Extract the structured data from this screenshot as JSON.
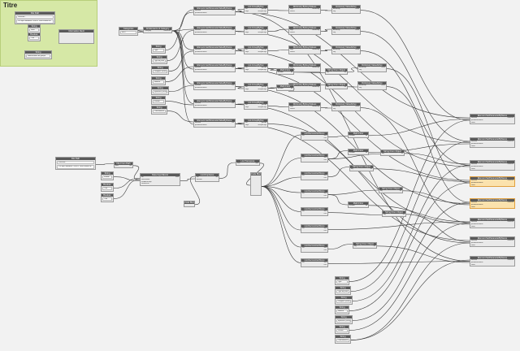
{
  "group": {
    "title": "Titre"
  },
  "nodes": [
    {
      "id": "n1",
      "title": "File Path",
      "field": "Parcourir...",
      "field2": "D:\\Projet Intellibase T\\REVIT Revit Famille.rte",
      "ports_in": [],
      "ports_out": []
    },
    {
      "id": "n2",
      "title": "String",
      "field": "Revit",
      "ports_in": [],
      "ports_out": []
    },
    {
      "id": "n3",
      "title": "Boolean",
      "field": "True",
      "ports_in": [],
      "ports_out": []
    },
    {
      "id": "n4",
      "title": "Information Revit",
      "ports_in": [
        "",
        "",
        "",
        "",
        ""
      ],
      "ports_out": [
        ""
      ]
    },
    {
      "id": "n5",
      "title": "String",
      "field": "Nomenclature de groupe",
      "ports_in": [],
      "ports_out": []
    },
    {
      "id": "n6",
      "title": "Categories",
      "field": "Murs",
      "ports_in": [],
      "ports_out": []
    },
    {
      "id": "n7",
      "title": "All Elements of Category",
      "ports_in": [
        "Category"
      ],
      "ports_out": [
        "Elements"
      ]
    },
    {
      "id": "n8",
      "title": "String",
      "field": "Type",
      "ports_in": [],
      "ports_out": []
    },
    {
      "id": "n9",
      "title": "String",
      "field": "Type de porte",
      "ports_in": [],
      "ports_out": []
    },
    {
      "id": "n10",
      "title": "String",
      "field": "Longueur (Murs)",
      "ports_in": [],
      "ports_out": []
    },
    {
      "id": "n11",
      "title": "String",
      "field": "Hauteur",
      "ports_in": [],
      "ports_out": []
    },
    {
      "id": "n12",
      "title": "String",
      "field": "Epaisseur (Murs)",
      "ports_in": [],
      "ports_out": []
    },
    {
      "id": "n13",
      "title": "String",
      "field": "Volume",
      "ports_in": [],
      "ports_out": []
    },
    {
      "id": "n14",
      "title": "String",
      "field": "Commentaire",
      "ports_in": [],
      "ports_out": []
    },
    {
      "id": "p1",
      "title": "Element.GetParameterValueByName",
      "ports_in": [
        "element",
        "parameterName"
      ],
      "ports_out": [
        "var"
      ]
    },
    {
      "id": "p2",
      "title": "Element.GetParameterValueByName",
      "ports_in": [
        "element",
        "parameterName"
      ],
      "ports_out": [
        "var"
      ]
    },
    {
      "id": "p3",
      "title": "Element.GetParameterValueByName",
      "ports_in": [
        "element",
        "parameterName"
      ],
      "ports_out": [
        "var"
      ]
    },
    {
      "id": "p4",
      "title": "Element.GetParameterValueByName",
      "ports_in": [
        "element",
        "parameterName"
      ],
      "ports_out": [
        "var"
      ]
    },
    {
      "id": "p5",
      "title": "Element.GetParameterValueByName",
      "ports_in": [
        "element",
        "parameterName"
      ],
      "ports_out": [
        "var"
      ]
    },
    {
      "id": "p6",
      "title": "Element.GetParameterValueByName",
      "ports_in": [
        "element",
        "parameterName"
      ],
      "ports_out": [
        "var"
      ]
    },
    {
      "id": "p7",
      "title": "Element.GetParameterValueByName",
      "ports_in": [
        "element",
        "parameterName"
      ],
      "ports_out": [
        "var"
      ]
    },
    {
      "id": "l1",
      "title": "List.GroupByKey",
      "ports_in": [
        "list",
        "keys"
      ],
      "ports_out": [
        "groups",
        "uniqueKeys"
      ]
    },
    {
      "id": "l2",
      "title": "List.GroupByKey",
      "ports_in": [
        "list",
        "keys"
      ],
      "ports_out": [
        "groups",
        "uniqueKeys"
      ]
    },
    {
      "id": "l3",
      "title": "List.GroupByKey",
      "ports_in": [
        "list",
        "keys"
      ],
      "ports_out": [
        "groups",
        "uniqueKeys"
      ]
    },
    {
      "id": "l4",
      "title": "List.GroupByKey",
      "ports_in": [
        "list",
        "keys"
      ],
      "ports_out": [
        "groups",
        "uniqueKeys"
      ]
    },
    {
      "id": "l5",
      "title": "List.GroupByKey",
      "ports_in": [
        "list",
        "keys"
      ],
      "ports_out": [
        "groups",
        "uniqueKeys"
      ]
    },
    {
      "id": "l6",
      "title": "List.GroupByKey",
      "ports_in": [
        "list",
        "keys"
      ],
      "ports_out": [
        "groups",
        "uniqueKeys"
      ]
    },
    {
      "id": "l7",
      "title": "List.GroupByKey",
      "ports_in": [
        "list",
        "keys"
      ],
      "ports_out": [
        "groups",
        "uniqueKeys"
      ]
    },
    {
      "id": "d1",
      "title": "Dictionary.ByKeysValues",
      "ports_in": [
        "keys",
        "values"
      ],
      "ports_out": [
        "dictionary"
      ]
    },
    {
      "id": "d2",
      "title": "Dictionary.ByKeysValues",
      "ports_in": [
        "keys",
        "values"
      ],
      "ports_out": [
        "dictionary"
      ]
    },
    {
      "id": "d3",
      "title": "Dictionary.ByKeysValues",
      "ports_in": [
        "keys",
        "values"
      ],
      "ports_out": [
        "dictionary"
      ]
    },
    {
      "id": "d4",
      "title": "Dictionary.ByKeysValues",
      "ports_in": [
        "keys",
        "values"
      ],
      "ports_out": [
        "dictionary"
      ]
    },
    {
      "id": "d5",
      "title": "Dictionary.ByKeysValues",
      "ports_in": [
        "keys",
        "values"
      ],
      "ports_out": [
        "dictionary"
      ]
    },
    {
      "id": "d6",
      "title": "Dictionary.ByKeysValues",
      "ports_in": [
        "keys",
        "values"
      ],
      "ports_out": [
        "dictionary"
      ]
    },
    {
      "id": "v1",
      "title": "Dictionary.ValueAtKey",
      "ports_in": [
        "dictionary",
        "key"
      ],
      "ports_out": [
        "value"
      ]
    },
    {
      "id": "v2",
      "title": "Dictionary.ValueAtKey",
      "ports_in": [
        "dictionary",
        "key"
      ],
      "ports_out": [
        "value"
      ]
    },
    {
      "id": "v3",
      "title": "Dictionary.ValueAtKey",
      "ports_in": [
        "dictionary",
        "key"
      ],
      "ports_out": [
        "value"
      ]
    },
    {
      "id": "v4",
      "title": "Dictionary.ValueAtKey",
      "ports_in": [
        "dictionary",
        "key"
      ],
      "ports_out": [
        "value"
      ]
    },
    {
      "id": "v5",
      "title": "Dictionary.ValueAtKey",
      "ports_in": [
        "dictionary",
        "key"
      ],
      "ports_out": [
        "value"
      ]
    },
    {
      "id": "v6",
      "title": "Dictionary.ValueAtKey",
      "ports_in": [
        "dictionary",
        "key"
      ],
      "ports_out": [
        "value"
      ]
    },
    {
      "id": "m1",
      "title": "Math.Floor",
      "ports_in": [
        "number"
      ],
      "ports_out": [
        "int"
      ]
    },
    {
      "id": "m2",
      "title": "Math.Floor",
      "ports_in": [
        "number"
      ],
      "ports_out": [
        "int"
      ]
    },
    {
      "id": "s1",
      "title": "String From Object",
      "ports_in": [
        "obj"
      ],
      "ports_out": [
        "str"
      ]
    },
    {
      "id": "s2",
      "title": "String From Object",
      "ports_in": [
        "obj"
      ],
      "ports_out": [
        "str"
      ]
    },
    {
      "id": "f1",
      "title": "File Path",
      "field": "Parcourir...",
      "field2": "D:\\Projet Intellibase T\\REVIT Revit Famille.rte",
      "ports_in": [],
      "ports_out": []
    },
    {
      "id": "f2",
      "title": "File From Path",
      "ports_in": [
        "path"
      ],
      "ports_out": [
        "file"
      ]
    },
    {
      "id": "f3",
      "title": "String",
      "field": "Famille",
      "ports_in": [],
      "ports_out": []
    },
    {
      "id": "f4",
      "title": "Boolean",
      "field": "True",
      "ports_in": [],
      "ports_out": []
    },
    {
      "id": "f5",
      "title": "Boolean",
      "field": "True",
      "ports_in": [],
      "ports_out": []
    },
    {
      "id": "f6",
      "title": "Data.ImportExcel",
      "ports_in": [
        "file",
        "sheetName",
        "readAsStrings",
        "showExcel"
      ],
      "ports_out": [
        "data"
      ]
    },
    {
      "id": "f7",
      "title": "List.DropItems",
      "ports_in": [
        "list",
        "amount"
      ],
      "ports_out": [
        "list"
      ]
    },
    {
      "id": "f8",
      "title": "Code Block",
      "ports_in": [],
      "ports_out": [
        ""
      ]
    },
    {
      "id": "f9",
      "title": "List.Transpose",
      "ports_in": [
        "lists"
      ],
      "ports_out": [
        "lists"
      ]
    },
    {
      "id": "f10",
      "title": "Code Block",
      "ports_in": [],
      "ports_out": [
        "",
        "",
        "",
        "",
        "",
        "",
        "",
        "",
        ""
      ]
    },
    {
      "id": "g1",
      "title": "List.DeconstructNone",
      "ports_in": [
        "list"
      ],
      "ports_out": [
        "first",
        "rest"
      ]
    },
    {
      "id": "g2",
      "title": "List.DeconstructNone",
      "ports_in": [
        "list"
      ],
      "ports_out": [
        "first",
        "rest"
      ]
    },
    {
      "id": "g3",
      "title": "List.DeconstructNone",
      "ports_in": [
        "list"
      ],
      "ports_out": [
        "first",
        "rest"
      ]
    },
    {
      "id": "g4",
      "title": "List.DeconstructNone",
      "ports_in": [
        "list"
      ],
      "ports_out": [
        "first",
        "rest"
      ]
    },
    {
      "id": "g5",
      "title": "List.DeconstructNone",
      "ports_in": [
        "list"
      ],
      "ports_out": [
        "first",
        "rest"
      ]
    },
    {
      "id": "g6",
      "title": "List.DeconstructNone",
      "ports_in": [
        "list"
      ],
      "ports_out": [
        "first",
        "rest"
      ]
    },
    {
      "id": "g7",
      "title": "List.DeconstructNone",
      "ports_in": [
        "list"
      ],
      "ports_out": [
        "first",
        "rest"
      ]
    },
    {
      "id": "g8",
      "title": "List.DeconstructNone",
      "ports_in": [
        "list"
      ],
      "ports_out": [
        "first",
        "rest"
      ]
    },
    {
      "id": "h1",
      "title": "Math.Floor",
      "ports_in": [
        "number"
      ],
      "ports_out": [
        "int"
      ]
    },
    {
      "id": "h2",
      "title": "Math.Floor",
      "ports_in": [
        "number"
      ],
      "ports_out": [
        "int"
      ]
    },
    {
      "id": "h3",
      "title": "Math.Floor",
      "ports_in": [
        "number"
      ],
      "ports_out": [
        "int"
      ]
    },
    {
      "id": "h4",
      "title": "String From Object",
      "ports_in": [
        "obj"
      ],
      "ports_out": [
        "str"
      ]
    },
    {
      "id": "h5",
      "title": "String From Object",
      "ports_in": [
        "obj"
      ],
      "ports_out": [
        "str"
      ]
    },
    {
      "id": "h6",
      "title": "String From Object",
      "ports_in": [
        "obj"
      ],
      "ports_out": [
        "str"
      ]
    },
    {
      "id": "h7",
      "title": "String From Object",
      "ports_in": [
        "obj"
      ],
      "ports_out": [
        "str"
      ]
    },
    {
      "id": "h8",
      "title": "String From Object",
      "ports_in": [
        "obj"
      ],
      "ports_out": [
        "str"
      ]
    },
    {
      "id": "r1",
      "title": "Element.SetParameterByName",
      "ports_in": [
        "element",
        "parameterName",
        "value"
      ],
      "ports_out": [
        "Element"
      ]
    },
    {
      "id": "r2",
      "title": "Element.SetParameterByName",
      "ports_in": [
        "element",
        "parameterName",
        "value"
      ],
      "ports_out": [
        "Element"
      ]
    },
    {
      "id": "r3",
      "title": "Element.SetParameterByName",
      "ports_in": [
        "element",
        "parameterName",
        "value"
      ],
      "ports_out": [
        "Element"
      ]
    },
    {
      "id": "r4",
      "title": "Element.SetParameterByName",
      "ports_in": [
        "element",
        "parameterName",
        "value"
      ],
      "ports_out": [
        "Element"
      ]
    },
    {
      "id": "r5",
      "title": "Element.SetParameterByName",
      "ports_in": [
        "element",
        "parameterName",
        "value"
      ],
      "ports_out": [
        "Element"
      ]
    },
    {
      "id": "r6",
      "title": "Element.SetParameterByName",
      "ports_in": [
        "element",
        "parameterName",
        "value"
      ],
      "ports_out": [
        "Element"
      ]
    },
    {
      "id": "r7",
      "title": "Element.SetParameterByName",
      "ports_in": [
        "element",
        "parameterName",
        "value"
      ],
      "ports_out": [
        "Element"
      ]
    },
    {
      "id": "r8",
      "title": "Element.SetParameterByName",
      "ports_in": [
        "element",
        "parameterName",
        "value"
      ],
      "ports_out": [
        "Element"
      ]
    },
    {
      "id": "t1",
      "title": "String",
      "field": "Type",
      "ports_in": [],
      "ports_out": []
    },
    {
      "id": "t2",
      "title": "String",
      "field": "Type de porte",
      "ports_in": [],
      "ports_out": []
    },
    {
      "id": "t3",
      "title": "String",
      "field": "Longueur (Murs)",
      "ports_in": [],
      "ports_out": []
    },
    {
      "id": "t4",
      "title": "String",
      "field": "Hauteur",
      "ports_in": [],
      "ports_out": []
    },
    {
      "id": "t5",
      "title": "String",
      "field": "Epaisseur (Murs)",
      "ports_in": [],
      "ports_out": []
    },
    {
      "id": "t6",
      "title": "String",
      "field": "Volume",
      "ports_in": [],
      "ports_out": []
    },
    {
      "id": "t7",
      "title": "String",
      "field": "Commentaire",
      "ports_in": [],
      "ports_out": []
    }
  ],
  "colors": {
    "background": "#f2f2f2",
    "group": "#d6e8a6",
    "node_header": "#5a5a5a",
    "node_body": "#e9e9e9",
    "selected": "#fbe2ad",
    "wire": "#3a3a3a"
  }
}
